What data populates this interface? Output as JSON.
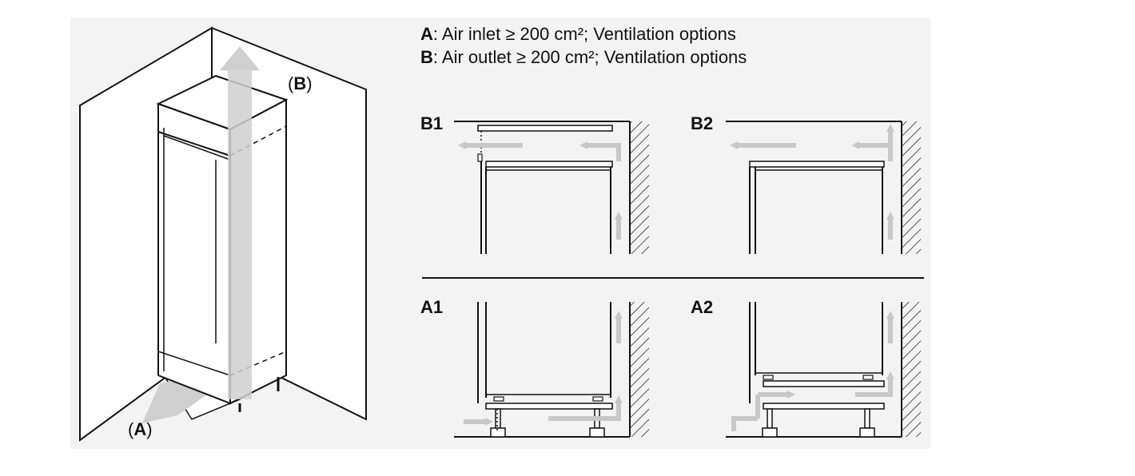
{
  "legend": {
    "a_key": "A",
    "a_text": ": Air inlet ≥ 200 cm²; Ventilation options",
    "b_key": "B",
    "b_text": ": Air outlet ≥ 200 cm²; Ventilation options"
  },
  "cabinet": {
    "label_b_open": "(",
    "label_b_key": "B",
    "label_b_close": ")",
    "label_a_open": "(",
    "label_a_key": "A",
    "label_a_close": ")"
  },
  "panels": {
    "b1": "B1",
    "b2": "B2",
    "a1": "A1",
    "a2": "A2"
  },
  "colors": {
    "background": "#f3f3f3",
    "line": "#111111",
    "airflow_arrow": "#c8c8c8",
    "hatch": "#111111"
  }
}
